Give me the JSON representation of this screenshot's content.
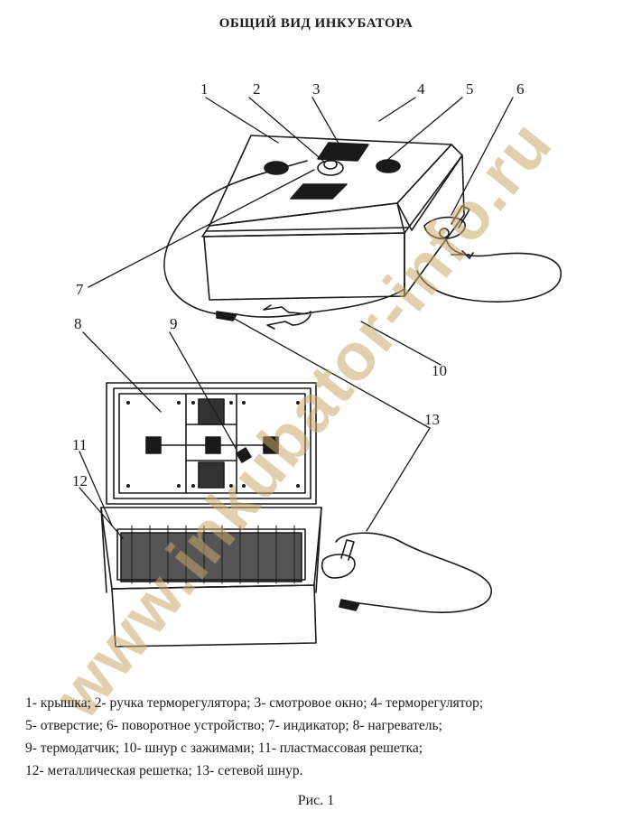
{
  "title": "ОБЩИЙ ВИД ИНКУБАТОРА",
  "callouts": [
    "1",
    "2",
    "3",
    "4",
    "5",
    "6",
    "7",
    "8",
    "9",
    "10",
    "11",
    "12",
    "13"
  ],
  "legend_lines": [
    "1- крышка;  2- ручка терморегулятора;  3- смотровое окно;   4- терморегулятор;",
    "5- отверстие;   6- поворотное устройство;      7- индикатор;   8- нагреватель;",
    "9- термодатчик;       10- шнур с зажимами;       11- пластмассовая решетка;",
    "12- металлическая решетка;  13- сетевой шнур."
  ],
  "caption": "Рис. 1",
  "watermark": "www.inkubator-info.ru"
}
